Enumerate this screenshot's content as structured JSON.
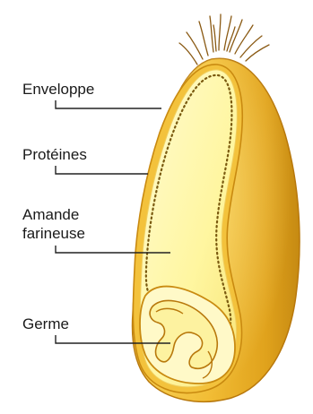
{
  "diagram": {
    "labels": {
      "envelope": "Enveloppe",
      "proteins": "Protéines",
      "endosperm_line1": "Amande",
      "endosperm_line2": "farineuse",
      "germ": "Germe"
    },
    "colors": {
      "outer_shell": "#e0a21c",
      "outer_shell_dark": "#c98a10",
      "outer_shell_light": "#f4c94a",
      "cut_face": "#fff7a8",
      "cut_face_edge": "#f7e27a",
      "germ_fill": "#fdf4b0",
      "outline": "#b8780c",
      "leader_line": "#222222",
      "hair": "#8a5a14"
    }
  }
}
